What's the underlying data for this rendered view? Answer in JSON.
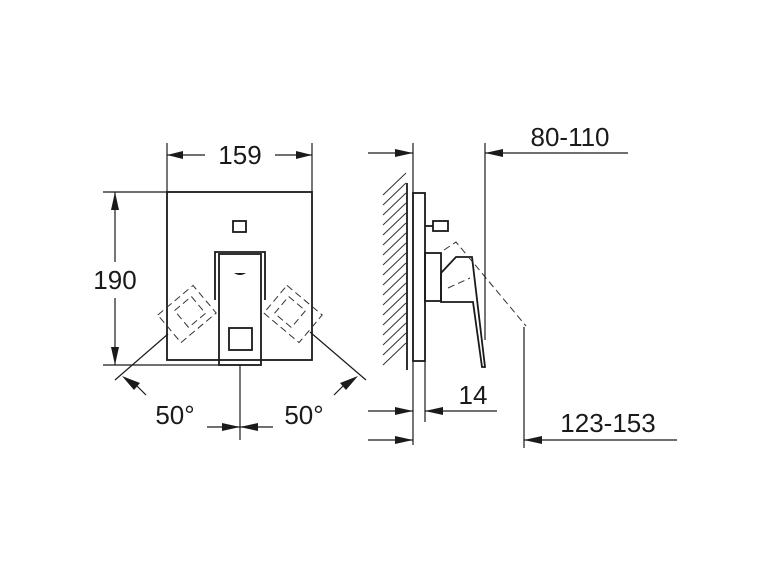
{
  "drawing": {
    "front_view": {
      "width_label": "159",
      "height_label": "190",
      "angle_left_label": "50°",
      "angle_right_label": "50°"
    },
    "side_view": {
      "projection_label": "80-110",
      "plate_thickness_label": "14",
      "lever_projection_label": "123-153"
    }
  }
}
